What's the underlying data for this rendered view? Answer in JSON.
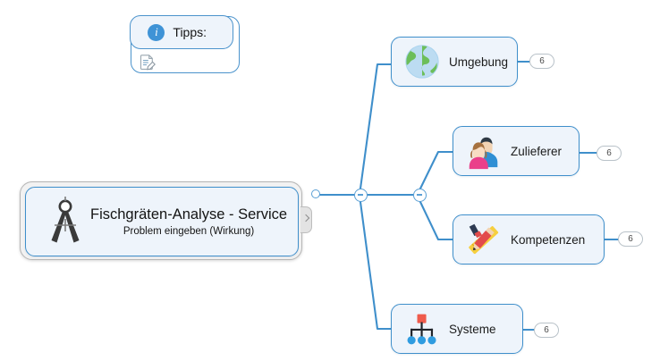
{
  "canvas": {
    "background": "#ffffff",
    "accent": "#3f8fcb",
    "node_fill": "#eef4fb",
    "line_color": "#3f8fcb"
  },
  "root": {
    "title": "Fischgräten-Analyse - Service",
    "subtitle": "Problem eingeben (Wirkung)",
    "icon": "compass-divider-icon",
    "selected": true
  },
  "tipps": {
    "label": "Tipps:",
    "info_glyph": "i",
    "body_icon": "note-edit-icon"
  },
  "branches": [
    {
      "label": "Umgebung",
      "icon": "globe-icon",
      "badge": "6"
    },
    {
      "label": "Zulieferer",
      "icon": "people-icon",
      "badge": "6"
    },
    {
      "label": "Kompetenzen",
      "icon": "ruler-pencil-icon",
      "badge": "6"
    },
    {
      "label": "Systeme",
      "icon": "org-chart-icon",
      "badge": "6"
    }
  ],
  "collapse_handles": [
    {
      "state": "expanded",
      "glyph": "−"
    },
    {
      "state": "expanded",
      "glyph": "−"
    }
  ]
}
